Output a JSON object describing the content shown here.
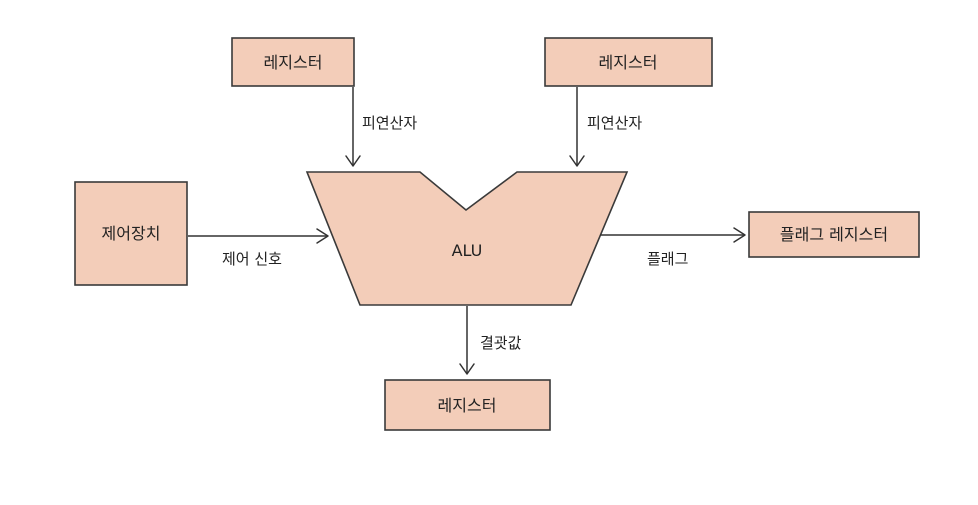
{
  "colors": {
    "box_fill": "#f3cdb9",
    "stroke": "#3a3a3a",
    "text": "#222222"
  },
  "nodes": {
    "register_top_left": "레지스터",
    "register_top_right": "레지스터",
    "control_unit": "제어장치",
    "alu": "ALU",
    "flag_register": "플래그 레지스터",
    "register_bottom": "레지스터"
  },
  "edges": {
    "operand_left": "피연산자",
    "operand_right": "피연산자",
    "control_signal": "제어 신호",
    "flags": "플래그",
    "result": "결괏값"
  }
}
